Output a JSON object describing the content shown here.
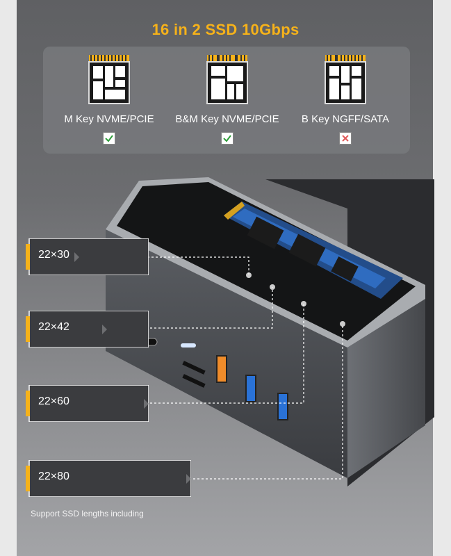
{
  "title": "16 in 2 SSD 10Gbps",
  "keys": [
    {
      "label": "M Key NVME/PCIE",
      "supported": true
    },
    {
      "label": "B&M Key NVME/PCIE",
      "supported": true
    },
    {
      "label": "B Key NGFF/SATA",
      "supported": false
    }
  ],
  "sizes": [
    "22×30",
    "22×42",
    "22×60",
    "22×80"
  ],
  "footer": "Support SSD lengths including",
  "colors": {
    "accent": "#f6b21a",
    "check": "#2e9e3a",
    "cross": "#e05a5a"
  }
}
